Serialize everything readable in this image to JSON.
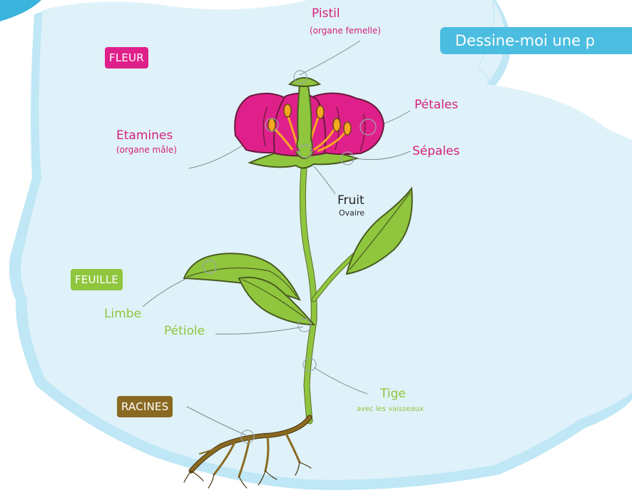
{
  "title": "Dessine-moi une p",
  "colors": {
    "background_blob": "#dff2f9",
    "background_shadow": "#bfe7f5",
    "flower_pink": "#e0208a",
    "anther_orange": "#f7a823",
    "stem_green": "#8fc63e",
    "root_brown": "#8a6a22",
    "title_blue": "#4bbde0"
  },
  "sections": {
    "fleur": "FLEUR",
    "feuille": "FEUILLE",
    "racines": "RACINES"
  },
  "labels": {
    "pistil": {
      "main": "Pistil",
      "sub": "(organe femelle)"
    },
    "etamines": {
      "main": "Etamines",
      "sub": "(organe mâle)"
    },
    "petales": {
      "main": "Pétales"
    },
    "sepales": {
      "main": "Sépales"
    },
    "fruit": {
      "main": "Fruit",
      "sub": "Ovaire"
    },
    "limbe": {
      "main": "Limbe"
    },
    "petiole": {
      "main": "Pétiole"
    },
    "tige": {
      "main": "Tige",
      "sub": "avec les vaisseaux"
    }
  }
}
